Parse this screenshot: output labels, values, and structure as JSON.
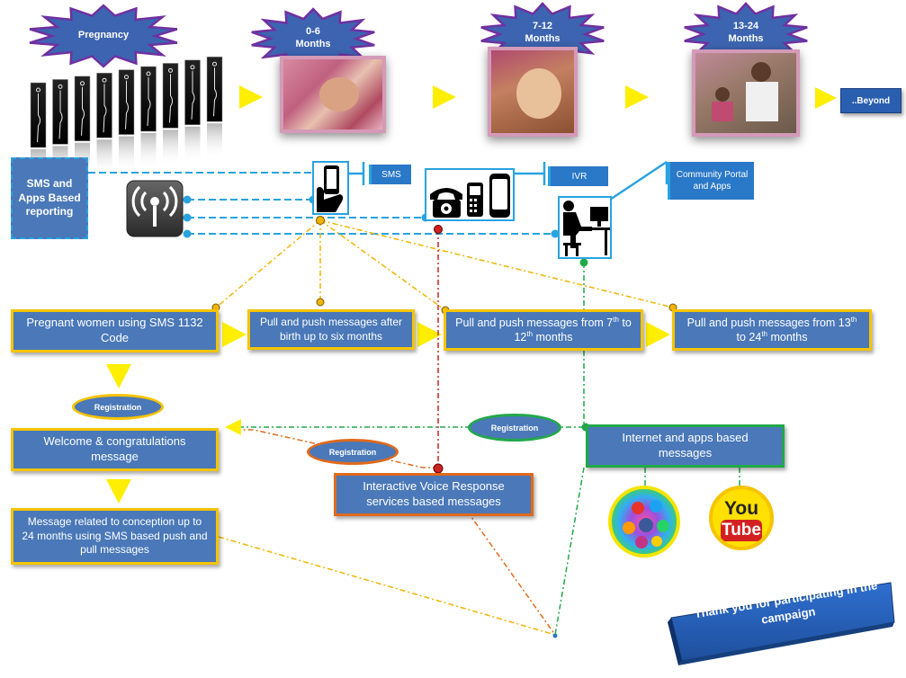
{
  "stages": [
    {
      "id": "pregnancy",
      "label": "Pregnancy"
    },
    {
      "id": "0-6",
      "label": "0-6\nMonths"
    },
    {
      "id": "7-12",
      "label": "7-12\nMonths"
    },
    {
      "id": "13-24",
      "label": "13-24\nMonths"
    }
  ],
  "beyond_label": "..Beyond",
  "reporting_box": "SMS and Apps Based reporting",
  "channel_tags": {
    "sms": "SMS",
    "ivr": "IVR",
    "community": "Community Portal and Apps"
  },
  "flow_boxes": {
    "pregnant": "Pregnant women using SMS 1132 Code",
    "birth6": "Pull and push messages after birth up to six months",
    "m7_12": {
      "prefix": "Pull and push messages from 7",
      "sup1": "th",
      "mid": " to 12",
      "sup2": "th",
      "suffix": " months"
    },
    "m13_24": {
      "prefix": "Pull and push messages from 13",
      "sup1": "th",
      "mid": " to 24",
      "sup2": "th",
      "suffix": " months"
    },
    "welcome": "Welcome & congratulations message",
    "conception": "Message related to conception up to 24 months using SMS based push and pull messages",
    "ivr_services": "Interactive Voice Response services based messages",
    "internet": "Internet and apps based messages"
  },
  "registration_label": "Registration",
  "youtube_logo": {
    "you": "You",
    "tube": "Tube"
  },
  "thank_you": "Thank you for participating in the campaign",
  "colors": {
    "box_blue": "#4a78b8",
    "yellow": "#f5c400",
    "arrow_yellow": "#ffee00",
    "star_fill": "#3d64b0",
    "star_border": "#7030a0",
    "cyan": "#29a3e0",
    "green": "#22a84a",
    "orange": "#e06a1c",
    "red": "#cc2222"
  },
  "icons": [
    "wireless-tower-icon",
    "phone-hand-icon",
    "telephone-icon",
    "desk-computer-icon",
    "social-media-icon",
    "youtube-icon"
  ]
}
